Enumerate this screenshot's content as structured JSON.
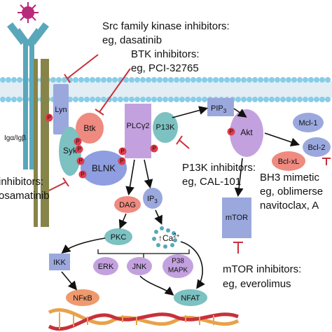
{
  "nodes": {
    "lyn": "Lyn",
    "btk": "Btk",
    "syk": "Syk",
    "blnk": "BLNK",
    "plcg2": "PLCγ2",
    "pi3k": "P13K",
    "pip3": "PIP",
    "pip3_sub": "3",
    "akt": "Akt",
    "mcl1": "Mcl-1",
    "bcl2": "Bcl-2",
    "bclxl": "Bcl-xL",
    "dag": "DAG",
    "ip3": "IP",
    "ip3_sub": "3",
    "pkc": "PKC",
    "ca": "Ca",
    "ca_sup": "2+",
    "ca_arrow": "↑",
    "erk": "ERK",
    "jnk": "JNK",
    "p38_line1": "P38",
    "p38_line2": "MAPK",
    "ikk": "IKK",
    "nfkb": "NFκB",
    "nfat": "NFAT",
    "mtor": "mTOR",
    "phospho": "P",
    "receptor": "Igα/Igβ"
  },
  "labels": {
    "src_title": "Src family kinase inhibitors:",
    "src_example": "eg, dasatinib",
    "btk_title": "BTK inhibitors:",
    "btk_example": "eg, PCI-32765",
    "pi3k_title": "P13K inhibitors:",
    "pi3k_example": "eg, CAL-101",
    "syk_title": "inhibitors:",
    "syk_example": "osamatinib",
    "bh3_title": "BH3 mimetic",
    "bh3_line2": "eg, oblimerse",
    "bh3_line3": "navitoclax, A",
    "mtor_title": "mTOR inhibitors:",
    "mtor_example": "eg, everolimus"
  },
  "colors": {
    "membrane_head": "#87cde8",
    "membrane_tail": "#e2eef4",
    "bcr": "#58a7bb",
    "igab": "#878449",
    "lyn": "#9aa8dd",
    "btk": "#ef8a80",
    "syk": "#7dc1c2",
    "blnk": "#8e9ee1",
    "plcg2": "#c3a1df",
    "pi3k": "#7dc1c2",
    "pip3": "#9aa8dd",
    "akt": "#c3a1df",
    "bcl_family": "#9aa8dd",
    "dag": "#ef8a80",
    "ip3": "#9aa8dd",
    "pkc": "#7dc1c2",
    "mapk": "#c3a1df",
    "ikk": "#9aa8dd",
    "nfkb": "#ef9a6e",
    "nfat": "#7dc1c2",
    "mtor": "#9aa8dd",
    "phospho": "#e03c4b",
    "inhibitor": "#c8303a",
    "antigen": "#b82a7c",
    "dna_a": "#e8a24a",
    "dna_b": "#c8303a"
  }
}
